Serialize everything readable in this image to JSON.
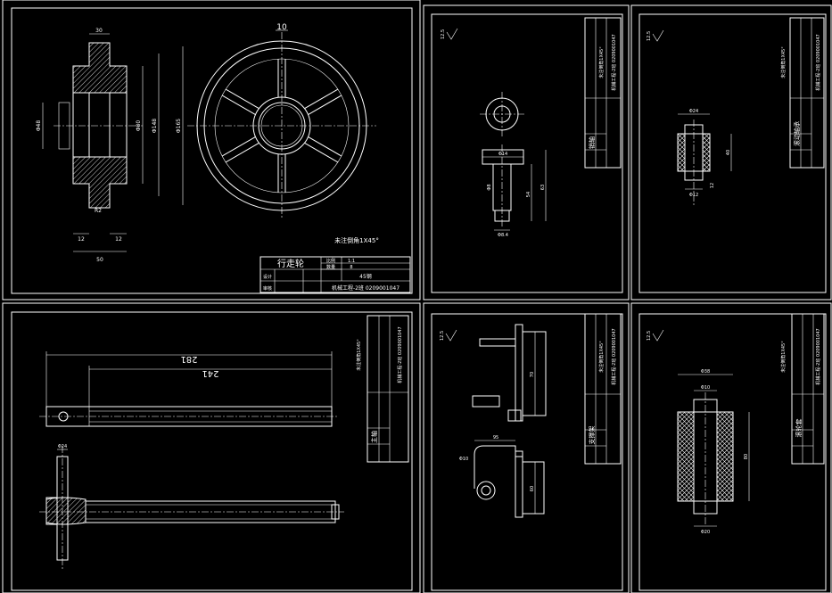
{
  "sheets": {
    "wheel": {
      "title": "行走轮",
      "scale_label": "比例",
      "scale": "1:1",
      "qty_label": "数量",
      "qty": "8",
      "designer_label": "设计",
      "checker_label": "审核",
      "material": "45钢",
      "tech_note": "未注倒角1X45°",
      "drawing_no": "机械工程-2班 0209001047",
      "dims": {
        "hub_width": "30",
        "spoke_width": "10",
        "bore": "Φ48",
        "rim_inner": "Φ80",
        "outer": "Φ148",
        "overall": "Φ165",
        "chamfer": "R2",
        "hub_left": "12",
        "hub_right": "12",
        "total_width": "50"
      }
    },
    "pin": {
      "title": "销轴",
      "roughness": "12.5",
      "tech_note": "未注倒角1X45°",
      "drawing_no": "机械工程-2班 0209001047",
      "dims": {
        "head": "Φ14",
        "shank": "Φ8",
        "length": "54",
        "total": "63",
        "tip": "Φ8.4"
      }
    },
    "bushing1": {
      "title": "滚动轴承",
      "roughness": "12.5",
      "tech_note": "未注倒角1X45°",
      "drawing_no": "机械工程-2班 0209001047",
      "dims": {
        "outer": "Φ24",
        "inner": "Φ12",
        "height": "40",
        "bore_depth": "12"
      }
    },
    "shaft": {
      "title": "主轴",
      "tech_note": "未注倒角1X45°",
      "drawing_no": "机械工程-2班 0209001047",
      "dims": {
        "total": "281",
        "shaft_len": "241",
        "flange": "Φ24"
      }
    },
    "bracket": {
      "title": "支撑架",
      "roughness": "12.5",
      "tech_note": "未注倒角1X45°",
      "drawing_no": "机械工程-2班 0209001047",
      "dims": {
        "height": "70",
        "width": "95",
        "lower_h": "60",
        "hole": "Φ10"
      }
    },
    "bushing2": {
      "title": "滚轮套",
      "roughness": "12.5",
      "tech_note": "未注倒角1X45°",
      "drawing_no": "机械工程-2班 0209001047",
      "dims": {
        "outer": "Φ38",
        "inner": "Φ10",
        "height": "80",
        "bottom": "Φ20"
      }
    }
  }
}
